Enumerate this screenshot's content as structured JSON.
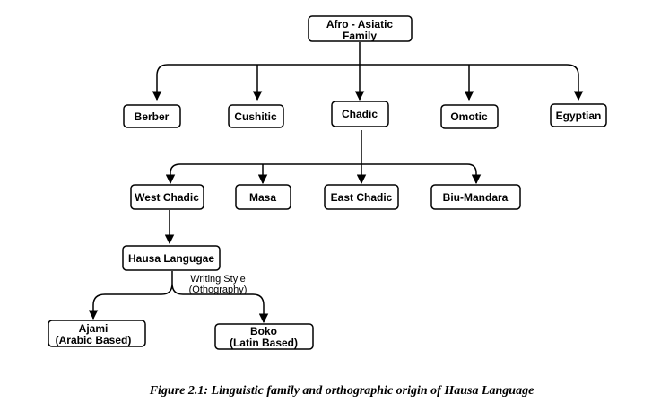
{
  "diagram": {
    "nodes": {
      "afro_asiatic": [
        "Afro - Asiatic",
        "Family"
      ],
      "berber": [
        "Berber"
      ],
      "cushitic": [
        "Cushitic"
      ],
      "chadic": [
        "Chadic"
      ],
      "omotic": [
        "Omotic"
      ],
      "egyptian": [
        "Egyptian"
      ],
      "west_chadic": [
        "West Chadic"
      ],
      "masa": [
        "Masa"
      ],
      "east_chadic": [
        "East Chadic"
      ],
      "biu_mandara": [
        "Biu-Mandara"
      ],
      "hausa": [
        "Hausa Langugae"
      ],
      "ajami": [
        "Ajami",
        "(Arabic Based)"
      ],
      "boko": [
        "Boko",
        "(Latin Based)"
      ]
    },
    "edge_label": [
      "Writing Style",
      "(Othography)"
    ]
  },
  "caption": "Figure 2.1: Linguistic family and orthographic origin of Hausa Language"
}
